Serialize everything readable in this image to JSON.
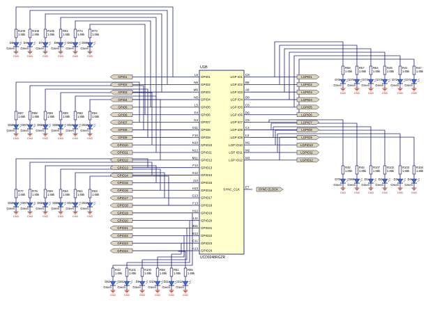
{
  "chip": {
    "ref": "U1B",
    "part": "UCD9248RGZR",
    "left_pins": [
      {
        "pin": "L6",
        "name": "GPIO1"
      },
      {
        "pin": "N6",
        "name": "GPIO2"
      },
      {
        "pin": "M6",
        "name": "GPIO3"
      },
      {
        "pin": "N5",
        "name": "GPIO4"
      },
      {
        "pin": "L5",
        "name": "GPIO5"
      },
      {
        "pin": "P4",
        "name": "GPIO6"
      },
      {
        "pin": "G3",
        "name": "GPIO7"
      },
      {
        "pin": "D11",
        "name": "GPIO8"
      },
      {
        "pin": "F10",
        "name": "GPIO9"
      },
      {
        "pin": "N10",
        "name": "GPIO10"
      },
      {
        "pin": "N12",
        "name": "GPIO11"
      },
      {
        "pin": "M11",
        "name": "GPIO12"
      },
      {
        "pin": "F12",
        "name": "GPIO13"
      },
      {
        "pin": "G12",
        "name": "GPIO14"
      },
      {
        "pin": "J13",
        "name": "GPIO15"
      },
      {
        "pin": "H13",
        "name": "GPIO16"
      },
      {
        "pin": "G13",
        "name": "GPIO17"
      },
      {
        "pin": "F13",
        "name": "GPIO18"
      },
      {
        "pin": "H12",
        "name": "GPIO19"
      },
      {
        "pin": "L11",
        "name": "GPIO20"
      },
      {
        "pin": "B11",
        "name": "GPIO21"
      },
      {
        "pin": "B12",
        "name": "GPIO22"
      },
      {
        "pin": "C11",
        "name": "GPIO23"
      },
      {
        "pin": "A13",
        "name": "GPIO24"
      }
    ],
    "right_pins": [
      {
        "pin": "C8",
        "name": "LGP IO1"
      },
      {
        "pin": "B8",
        "name": "LGP IO2"
      },
      {
        "pin": "A8",
        "name": "LGP IO3"
      },
      {
        "pin": "D8",
        "name": "LGP IO4"
      },
      {
        "pin": "C6",
        "name": "LGP IO5"
      },
      {
        "pin": "D6",
        "name": "LGP IO6"
      },
      {
        "pin": "C5",
        "name": "LGP IO7"
      },
      {
        "pin": "C4",
        "name": "LGP IO8"
      },
      {
        "pin": "L3",
        "name": "LGP IO9"
      },
      {
        "pin": "M1",
        "name": "LGP IO10"
      },
      {
        "pin": "M2",
        "name": "LGP IO11"
      },
      {
        "pin": "M3",
        "name": "LGP IO12"
      }
    ],
    "sync_pin": {
      "pin": "E7",
      "name": "SYNC_CLK"
    }
  },
  "left_flags": [
    "GPIO1",
    "GPIO2",
    "GPIO3",
    "GPIO4",
    "GPIO5",
    "GPIO6",
    "GPIO7",
    "GPIO8",
    "GPIO9",
    "GPIO10",
    "GPIO11",
    "GPIO12",
    "GPIO13",
    "GPIO14",
    "GPIO15",
    "GPIO16",
    "GPIO17",
    "GPIO18",
    "GPIO19",
    "GPIO20",
    "GPIO21",
    "GPIO22",
    "GPIO23",
    "GPIO24"
  ],
  "right_flags": [
    "LGPIO1",
    "LGPIO2",
    "LGPIO3",
    "LGPIO4",
    "LGPIO5",
    "LGPIO6",
    "LGPIO7",
    "LGPIO8",
    "LGPIO9",
    "LGPIO10",
    "LGPIO11",
    "LGPIO12"
  ],
  "sync_flag": "SYNC CLOCK",
  "resistor_value": "1.65k",
  "led_color": "Green",
  "gnd_label": "GND",
  "groups": {
    "top_left": {
      "resistors": [
        "R109",
        "R108",
        "R105",
        "R81",
        "R74",
        "R73"
      ],
      "leds": [
        "D5",
        "D4",
        "D7",
        "D8",
        "D60",
        "D59"
      ]
    },
    "mid_left": {
      "resistors": [
        "R67",
        "R68",
        "R99",
        "R89",
        "R60",
        "R84"
      ],
      "leds": [
        "D68",
        "D67",
        "D65",
        "D66",
        "D64",
        "D63"
      ]
    },
    "low_left": {
      "resistors": [
        "R77",
        "R76",
        "R69",
        "R64",
        "R61",
        "R63"
      ],
      "leds": [
        "D66",
        "D67",
        "D65",
        "D66",
        "D64",
        "D63"
      ]
    },
    "bottom": {
      "resistors": [
        "R43",
        "R101",
        "R100",
        "R58",
        "R51",
        "R55"
      ],
      "leds": [
        "D62",
        "D61",
        "D9",
        "D10",
        "D11",
        "D12"
      ]
    },
    "top_right": {
      "resistors": [
        "R58",
        "R57",
        "R54",
        "R49",
        "R41",
        "R47"
      ],
      "leds": [
        "D76",
        "D75",
        "D74",
        "D73",
        "D72",
        "D71"
      ]
    },
    "low_right": {
      "resistors": [
        "R48",
        "R46",
        "R107",
        "R102",
        "R103",
        "R104"
      ],
      "leds": [
        "D70",
        "D69",
        "D1",
        "D2",
        "D3",
        "D4"
      ]
    }
  },
  "colors": {
    "line": "#1e1e78",
    "chip_fill": "#ffffcc",
    "flag_fill": "#dcd4c0",
    "led_fill": "#3a6fd8",
    "gnd": "#b03020",
    "text": "#000000"
  }
}
